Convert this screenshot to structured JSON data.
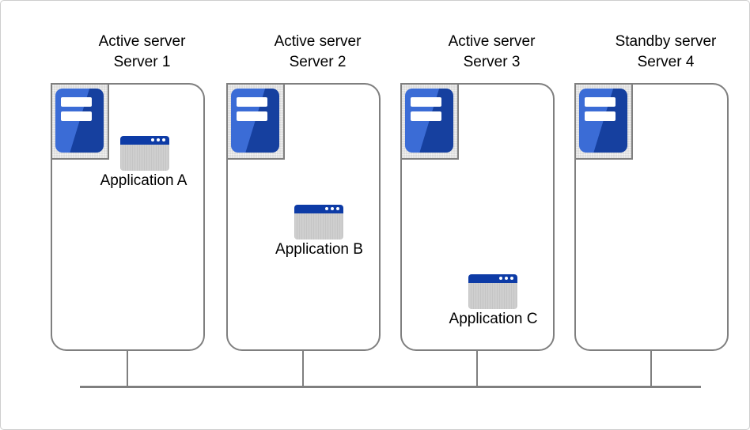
{
  "diagram": {
    "type": "server-cluster-diagram",
    "servers": [
      {
        "role": "Active server",
        "name": "Server 1",
        "app": {
          "label": "Application A"
        }
      },
      {
        "role": "Active server",
        "name": "Server 2",
        "app": {
          "label": "Application B"
        }
      },
      {
        "role": "Active server",
        "name": "Server 3",
        "app": {
          "label": "Application C"
        }
      },
      {
        "role": "Standby server",
        "name": "Server 4"
      }
    ],
    "connections": {
      "bus": "shared network bus line",
      "links": [
        "Server 1",
        "Server 2",
        "Server 3",
        "Server 4"
      ]
    },
    "colors": {
      "server_icon_blue_light": "#3b6cd6",
      "server_icon_blue_dark": "#16409f",
      "app_titlebar_blue": "#0d3ba6",
      "diagram_line_gray": "#7f7f7f",
      "icon_frame_fill": "#dcdcdc",
      "canvas_border": "#cdcdcd"
    }
  }
}
